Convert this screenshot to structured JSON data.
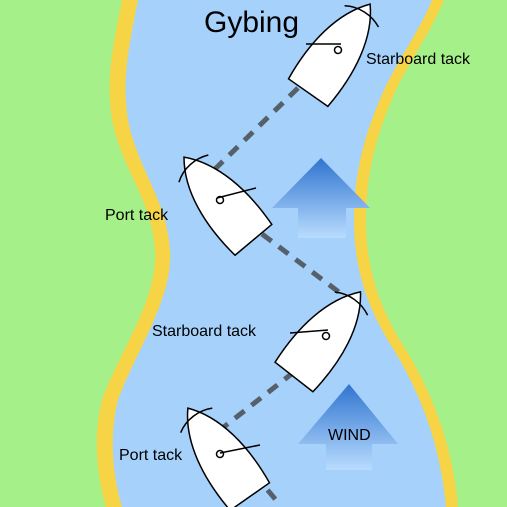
{
  "title": "Gybing",
  "labels": {
    "top_starboard": "Starboard tack",
    "upper_port": "Port tack",
    "lower_starboard": "Starboard tack",
    "bottom_port": "Port tack",
    "wind": "WIND"
  },
  "colors": {
    "land": "#a6f08a",
    "sand": "#f7d446",
    "water": "#a5d1fb",
    "track": "#56606a",
    "arrow_top": "#2f74cf",
    "arrow_bottom": "#b9dcff"
  }
}
